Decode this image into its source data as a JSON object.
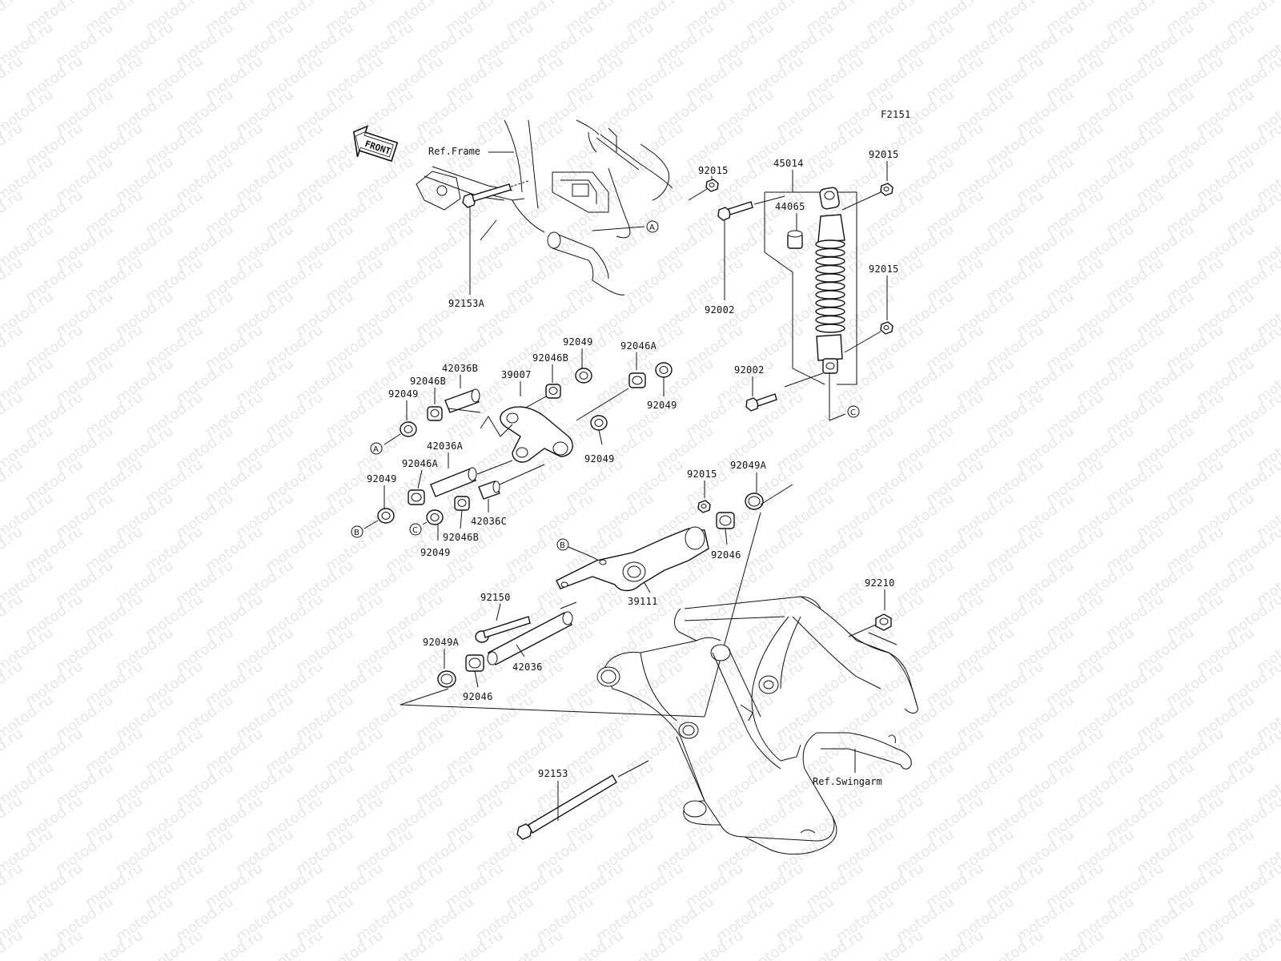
{
  "figure_code": "F2151",
  "front_label": "FRONT",
  "watermark": "motod.ru",
  "ref_frame": "Ref.Frame",
  "ref_swingarm": "Ref.Swingarm",
  "circle_refs": {
    "a": "A",
    "b": "B",
    "c": "C"
  },
  "part_numbers": {
    "p92015_top": "92015",
    "p45014": "45014",
    "p92015_topright": "92015",
    "p44065": "44065",
    "p92153A": "92153A",
    "p92002_a": "92002",
    "p92015_mid": "92015",
    "p92002_b": "92002",
    "p92049_top": "92049",
    "p92046A_top": "92046A",
    "p42036B": "42036B",
    "p92046B_top": "92046B",
    "p39007": "39007",
    "p92046B_left": "92046B",
    "p92049_left": "92049",
    "p92049_right": "92049",
    "p92049_center": "92049",
    "p42036A": "42036A",
    "p92046A_left": "92046A",
    "p92049_b": "92049",
    "p42036C": "42036C",
    "p92046B_bottom": "92046B",
    "p92049_c": "92049",
    "p92015_swing": "92015",
    "p92049A_top": "92049A",
    "p92046_right": "92046",
    "p39111": "39111",
    "p92150": "92150",
    "p92210": "92210",
    "p92049A_bottom": "92049A",
    "p42036": "42036",
    "p92046_bottom": "92046",
    "p92153": "92153"
  }
}
